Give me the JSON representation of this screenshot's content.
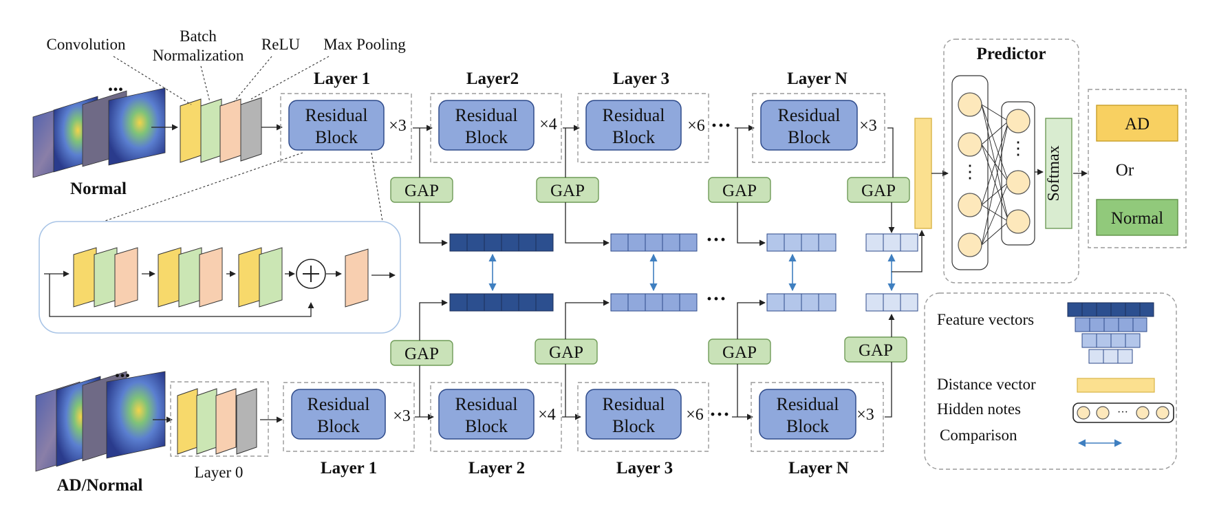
{
  "input_labels": {
    "top": "Normal",
    "bottom": "AD/Normal",
    "ellipsis": "..."
  },
  "layer_component_labels": {
    "conv": "Convolution",
    "bn_line1": "Batch",
    "bn_line2": "Normalization",
    "relu": "ReLU",
    "pool": "Max Pooling"
  },
  "top_branch": {
    "layers": [
      {
        "title": "Layer 1",
        "block_line1": "Residual",
        "block_line2": "Block",
        "multiplier": "×3"
      },
      {
        "title": "Layer2",
        "block_line1": "Residual",
        "block_line2": "Block",
        "multiplier": "×4"
      },
      {
        "title": "Layer 3",
        "block_line1": "Residual",
        "block_line2": "Block",
        "multiplier": "×6"
      },
      {
        "title": "Layer N",
        "block_line1": "Residual",
        "block_line2": "Block",
        "multiplier": "×3"
      }
    ]
  },
  "bottom_branch": {
    "layer0": "Layer 0",
    "layers": [
      {
        "title": "Layer 1",
        "block_line1": "Residual",
        "block_line2": "Block",
        "multiplier": "×3"
      },
      {
        "title": "Layer 2",
        "block_line1": "Residual",
        "block_line2": "Block",
        "multiplier": "×4"
      },
      {
        "title": "Layer 3",
        "block_line1": "Residual",
        "block_line2": "Block",
        "multiplier": "×6"
      },
      {
        "title": "Layer N",
        "block_line1": "Residual",
        "block_line2": "Block",
        "multiplier": "×3"
      }
    ]
  },
  "gap_label": "GAP",
  "dots": "···",
  "predictor": {
    "title": "Predictor",
    "softmax": "Softmax",
    "vdots": "⋮"
  },
  "outputs": {
    "ad": "AD",
    "or": "Or",
    "normal": "Normal"
  },
  "legend": {
    "feature_vectors": "Feature vectors",
    "distance_vector": "Distance vector",
    "hidden_notes": "Hidden notes",
    "comparison": "Comparison",
    "hidden_dots": "···"
  },
  "colors": {
    "conv_yellow": "#f7d96b",
    "bn_green": "#cbe6b4",
    "relu_peach": "#f8cfb0",
    "pool_gray": "#b4b4b4",
    "block_blue": "#8fa8dc",
    "gap_green": "#c9e2b8",
    "feature_dark": "#2c4f8f",
    "feature_mid": "#90a8dc",
    "feature_light": "#b3c6ea",
    "feature_pale": "#d8e2f4",
    "distance_yellow": "#fbe08f",
    "node_fill": "#fde8bb",
    "softmax_green": "#d9ecd0",
    "ad_yellow": "#f8d061",
    "normal_green": "#91c97b",
    "comparison_blue": "#3f7fc0"
  },
  "icons": [
    "plus-circle-icon",
    "heatmap-image-icon"
  ]
}
